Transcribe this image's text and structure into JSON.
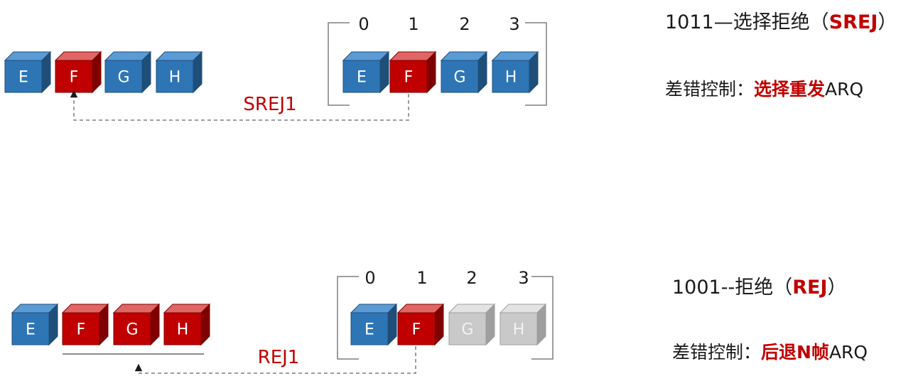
{
  "sections": [
    {
      "sender_frames": [
        {
          "label": "E",
          "color": "blue"
        },
        {
          "label": "F",
          "color": "red"
        },
        {
          "label": "G",
          "color": "blue"
        },
        {
          "label": "H",
          "color": "blue"
        }
      ],
      "window_indices": [
        "0",
        "1",
        "2",
        "3"
      ],
      "window_frames": [
        {
          "label": "E",
          "color": "blue"
        },
        {
          "label": "F",
          "color": "red"
        },
        {
          "label": "G",
          "color": "blue"
        },
        {
          "label": "H",
          "color": "blue"
        }
      ],
      "arrow_label": "SREJ1",
      "title_prefix": "1011—选择拒绝（",
      "title_highlight": "SREJ",
      "title_suffix": "）",
      "desc_prefix": "差错控制：",
      "desc_highlight": "选择重发",
      "desc_suffix": "ARQ"
    },
    {
      "sender_frames": [
        {
          "label": "E",
          "color": "blue"
        },
        {
          "label": "F",
          "color": "red"
        },
        {
          "label": "G",
          "color": "red"
        },
        {
          "label": "H",
          "color": "red"
        }
      ],
      "window_indices": [
        "0",
        "1",
        "2",
        "3"
      ],
      "window_frames": [
        {
          "label": "E",
          "color": "blue"
        },
        {
          "label": "F",
          "color": "red"
        },
        {
          "label": "G",
          "color": "gray"
        },
        {
          "label": "H",
          "color": "gray"
        }
      ],
      "arrow_label": "REJ1",
      "title_prefix": "1001--拒绝（",
      "title_highlight": "REJ",
      "title_suffix": "）",
      "desc_prefix": "差错控制：",
      "desc_highlight": "后退N帧",
      "desc_suffix": "ARQ"
    }
  ],
  "colors": {
    "blue": {
      "front": "#2e75b6",
      "top": "#5b9bd5",
      "side": "#1f4e79",
      "text": "#ffffff"
    },
    "red": {
      "front": "#c00000",
      "top": "#e06666",
      "side": "#7f0000",
      "text": "#ffffff"
    },
    "gray": {
      "front": "#c9c9c9",
      "top": "#e3e3e3",
      "side": "#9e9e9e",
      "text": "#f2f2f2"
    },
    "highlight": "#c00000",
    "line": "#7f7f7f"
  }
}
